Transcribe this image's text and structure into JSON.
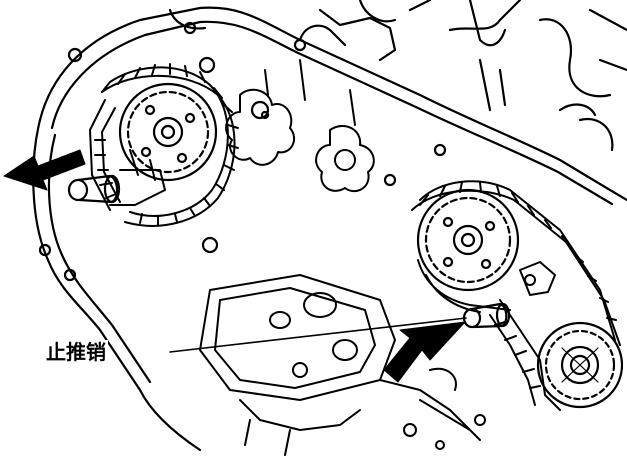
{
  "diagram": {
    "callout_label": "止推销",
    "colors": {
      "ink": "#000000",
      "paper": "#ffffff"
    },
    "parts": [
      "engine-front-housing",
      "upper-left-camshaft-sprocket",
      "timing-chain-left",
      "lower-right-sprocket",
      "crankshaft-sprocket",
      "timing-chain-right",
      "thrust-pin-left",
      "thrust-pin-right",
      "removal-arrow-left",
      "removal-arrow-right"
    ]
  }
}
